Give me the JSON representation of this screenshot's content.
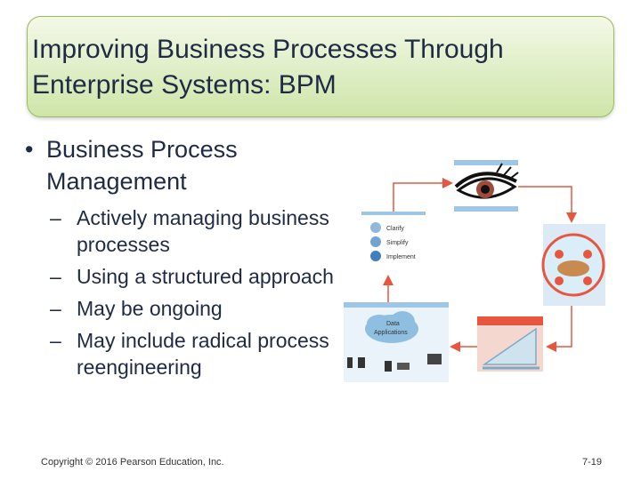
{
  "slide": {
    "title_line1": "Improving Business Processes Through",
    "title_line2": "Enterprise Systems: BPM",
    "bullet_marker": "•",
    "dash_marker": "–",
    "bullet": "Business Process Management",
    "subbullets": [
      "Actively managing business processes",
      "Using a structured approach",
      "May be ongoing",
      "May include radical process reengineering"
    ],
    "footer_copyright": "Copyright © 2016 Pearson Education, Inc.",
    "page_number": "7-19"
  },
  "diagram": {
    "steps": [
      "Clarify",
      "Simplify",
      "Implement"
    ],
    "cloud_label_1": "Data",
    "cloud_label_2": "Applications",
    "icons": [
      "eye-image",
      "process-steps-icons",
      "meeting-image",
      "ruler-triangle-image",
      "cloud-devices-image"
    ],
    "colors": {
      "arrow": "#e8563f",
      "panel_blue": "#9fc6e4",
      "panel_red": "#e8563f"
    }
  }
}
